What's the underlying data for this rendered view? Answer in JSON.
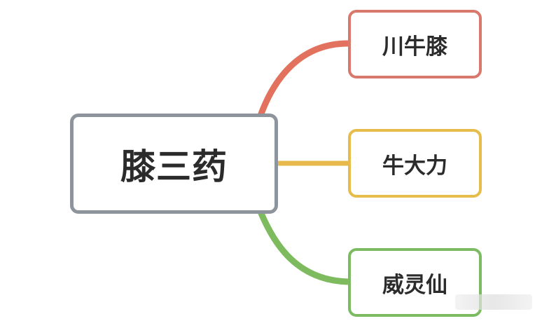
{
  "root": {
    "label": "膝三药",
    "color": "#8e949c"
  },
  "children": [
    {
      "label": "川牛膝",
      "color": "#d9786d"
    },
    {
      "label": "牛大力",
      "color": "#e6bc4a"
    },
    {
      "label": "威灵仙",
      "color": "#7dbb63"
    }
  ]
}
